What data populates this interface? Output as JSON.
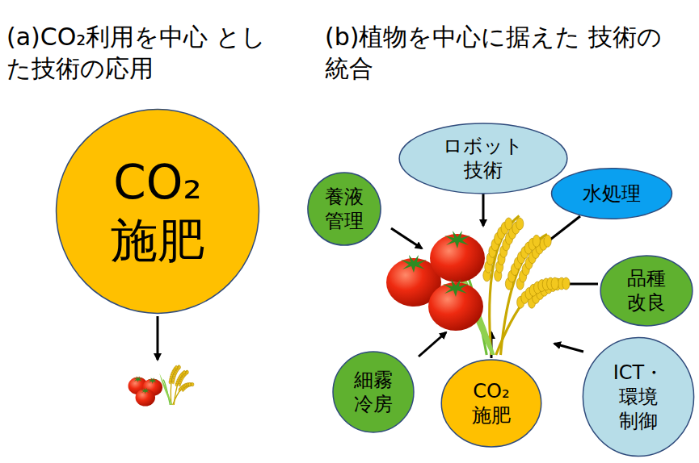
{
  "diagram": {
    "nodes": [
      {
        "text": [
          "CO₂ 施肥"
        ]
      },
      {
        "text": [
          "ロボット 技術"
        ]
      },
      {
        "text": [
          "養液 管理"
        ]
      },
      {
        "text": [
          "水処理"
        ]
      },
      {
        "text": [
          "品種 改良"
        ]
      },
      {
        "text": [
          "ICT・ 環境 制御"
        ]
      },
      {
        "text": [
          "細霧 冷房"
        ]
      },
      {
        "text": [
          "CO₂ 施肥"
        ]
      }
    ],
    "edges": [],
    "labels": [
      "(a)CO₂利用を中心 とした技術の応用",
      "(b)植物を中心に据えた 技術の統合"
    ]
  }
}
